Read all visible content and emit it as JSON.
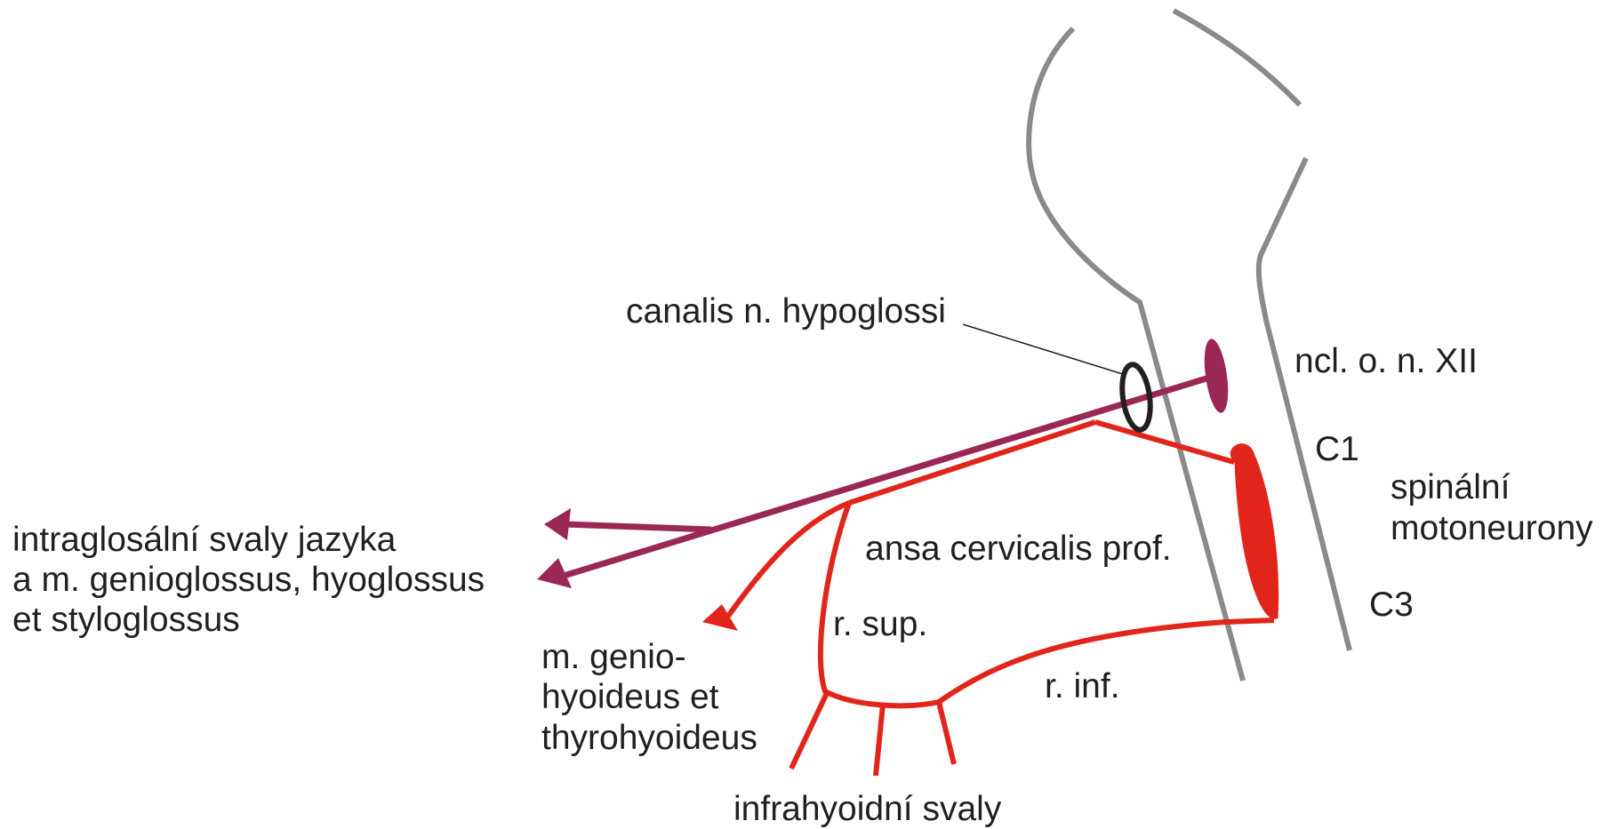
{
  "labels": {
    "canalis": "canalis n. hypoglossi",
    "ncl": "ncl. o. n. XII",
    "c1": "C1",
    "spinalni_line1": "spinální",
    "spinalni_line2": "motoneurony",
    "c3": "C3",
    "ansa": "ansa cervicalis prof.",
    "r_sup": "r. sup.",
    "r_inf": "r. inf.",
    "intraglosalni_line1": "intraglosální svaly jazyka",
    "intraglosalni_line2": "a m. genioglossus, hyoglossus",
    "intraglosalni_line3": "et styloglossus",
    "genio_line1": "m. genio-",
    "genio_line2": "hyoideus et",
    "genio_line3": "thyrohyoideus",
    "infrahyoidni": "infrahyoidní svaly"
  },
  "colors": {
    "brainstem_outline": "#8a8a8a",
    "hypoglossal_nerve": "#9b2754",
    "cervical_nerve": "#e1251b",
    "canal_ring": "#231f20",
    "text": "#231f20"
  }
}
